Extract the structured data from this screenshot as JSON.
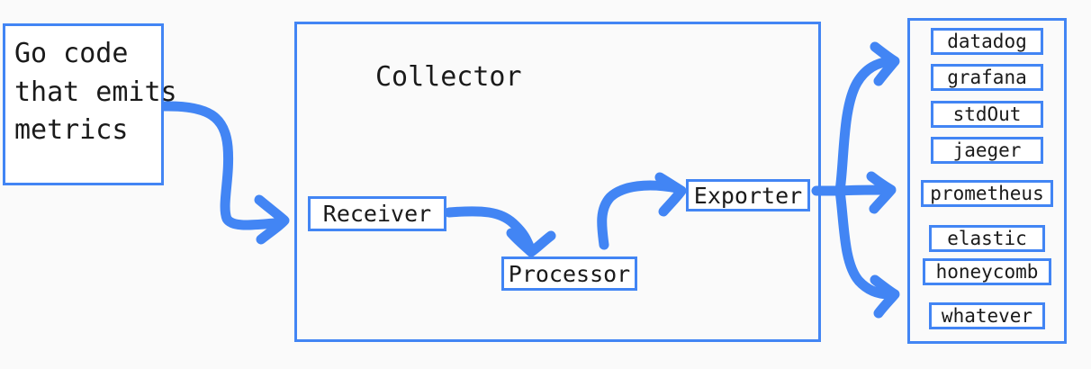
{
  "diagram": {
    "title": "OpenTelemetry Collector data flow",
    "accent_color": "#4285f4",
    "background_color": "#fafafa",
    "text_color": "#1a1a1a"
  },
  "source": {
    "name": "go-code-source",
    "lines": [
      "Go code",
      "that emits",
      "metrics"
    ]
  },
  "collector": {
    "title": "Collector",
    "components": [
      {
        "id": "receiver",
        "label": "Receiver"
      },
      {
        "id": "processor",
        "label": "Processor"
      },
      {
        "id": "exporter",
        "label": "Exporter"
      }
    ]
  },
  "destinations": {
    "items": [
      {
        "label": "datadog",
        "width": 125
      },
      {
        "label": "grafana",
        "width": 125
      },
      {
        "label": "stdOut",
        "width": 125
      },
      {
        "label": "jaeger",
        "width": 125
      },
      {
        "label": "prometheus",
        "width": 147
      },
      {
        "label": "elastic",
        "width": 129
      },
      {
        "label": "honeycomb",
        "width": 143
      },
      {
        "label": "whatever",
        "width": 129
      }
    ]
  },
  "arrows": [
    {
      "id": "source-to-receiver",
      "from": "go-code-source",
      "to": "receiver"
    },
    {
      "id": "receiver-to-processor",
      "from": "receiver",
      "to": "processor"
    },
    {
      "id": "processor-to-exporter",
      "from": "processor",
      "to": "exporter"
    },
    {
      "id": "exporter-fanout-top",
      "from": "exporter",
      "to": "destinations-top"
    },
    {
      "id": "exporter-fanout-middle",
      "from": "exporter",
      "to": "destinations-middle"
    },
    {
      "id": "exporter-fanout-bottom",
      "from": "exporter",
      "to": "destinations-bottom"
    }
  ]
}
